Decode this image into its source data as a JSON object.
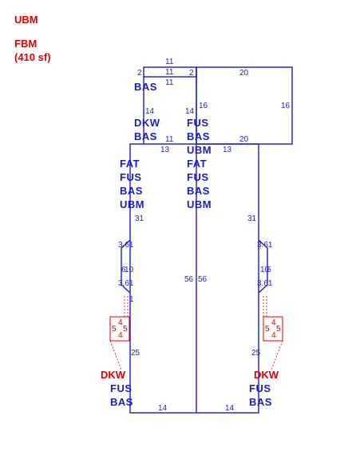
{
  "header": {
    "title": "UBM",
    "area_label": "FBM",
    "area_value": "(410 sf)"
  },
  "rooms": {
    "top_small": [
      "BAS"
    ],
    "left_upper": [
      "DKW",
      "BAS"
    ],
    "center_upper": [
      "FUS",
      "BAS",
      "UBM",
      "FAT",
      "FUS",
      "BAS",
      "UBM"
    ],
    "left_main": [
      "FAT",
      "FUS",
      "BAS",
      "UBM"
    ],
    "bottom_left": [
      "DKW",
      "FUS",
      "BAS"
    ],
    "bottom_right": [
      "DKW",
      "FUS",
      "BAS"
    ]
  },
  "dimensions": {
    "top_11a": "11",
    "top_11b": "11",
    "top_11c": "11",
    "top_2a": "2",
    "top_2b": "2",
    "top_20a": "20",
    "right_16a": "16",
    "right_16b": "16",
    "left_14a": "14",
    "left_14b": "14",
    "mid_11": "11",
    "mid_13a": "13",
    "mid_13b": "13",
    "mid_20b": "20",
    "left_31": "31",
    "right_31": "31",
    "left_361a": "3.61",
    "left_361b": "3.61",
    "right_361a": "3.61",
    "right_361b": "3.61",
    "left_10": "10",
    "left_6": "6",
    "right_10": "10",
    "right_6": "6",
    "left_1": "1",
    "center_56a": "56",
    "center_56b": "56",
    "left_25": "25",
    "right_25": "25",
    "bottom_14a": "14",
    "bottom_14b": "14",
    "box_left_5a": "5",
    "box_left_4a": "4",
    "box_left_5b": "5",
    "box_left_4b": "4",
    "box_right_5a": "5",
    "box_right_4a": "4",
    "box_right_5b": "5",
    "box_right_4b": "4"
  },
  "colors": {
    "wall": "#1a1ad0",
    "label_blue": "#1c1cc4",
    "label_red": "#e00000"
  }
}
